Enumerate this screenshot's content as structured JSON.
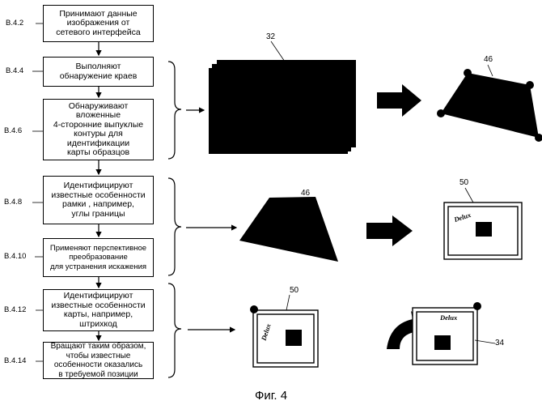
{
  "steps": [
    {
      "id": "B.4.2",
      "text": "Принимают данные\nизображения от\nсетевого интерфейса"
    },
    {
      "id": "B.4.4",
      "text": "Выполняют\nобнаружение краев"
    },
    {
      "id": "B.4.6",
      "text": "Обнаруживают\nвложенные\n4-сторонние выпуклые\nконтуры для\nидентификации\nкарты образцов"
    },
    {
      "id": "B.4.8",
      "text": "Идентифицируют\nизвестные особенности\nрамки , например,\nуглы границы"
    },
    {
      "id": "B.4.10",
      "text": "Применяют перспективное\nпреобразование\nдля устранения искажения"
    },
    {
      "id": "B.4.12",
      "text": "Идентифицируют\nизвестные особенности\nкарты, например,\nштрихкод"
    },
    {
      "id": "B.4.14",
      "text": "Вращают таким образом,\nчтобы известные\nособенности оказались\nв требуемой позиции"
    }
  ],
  "refs": {
    "r32": "32",
    "r46a": "46",
    "r46b": "46",
    "r50a": "50",
    "r50b": "50",
    "r34": "34"
  },
  "card_label": "Delux",
  "caption": "Фиг. 4"
}
